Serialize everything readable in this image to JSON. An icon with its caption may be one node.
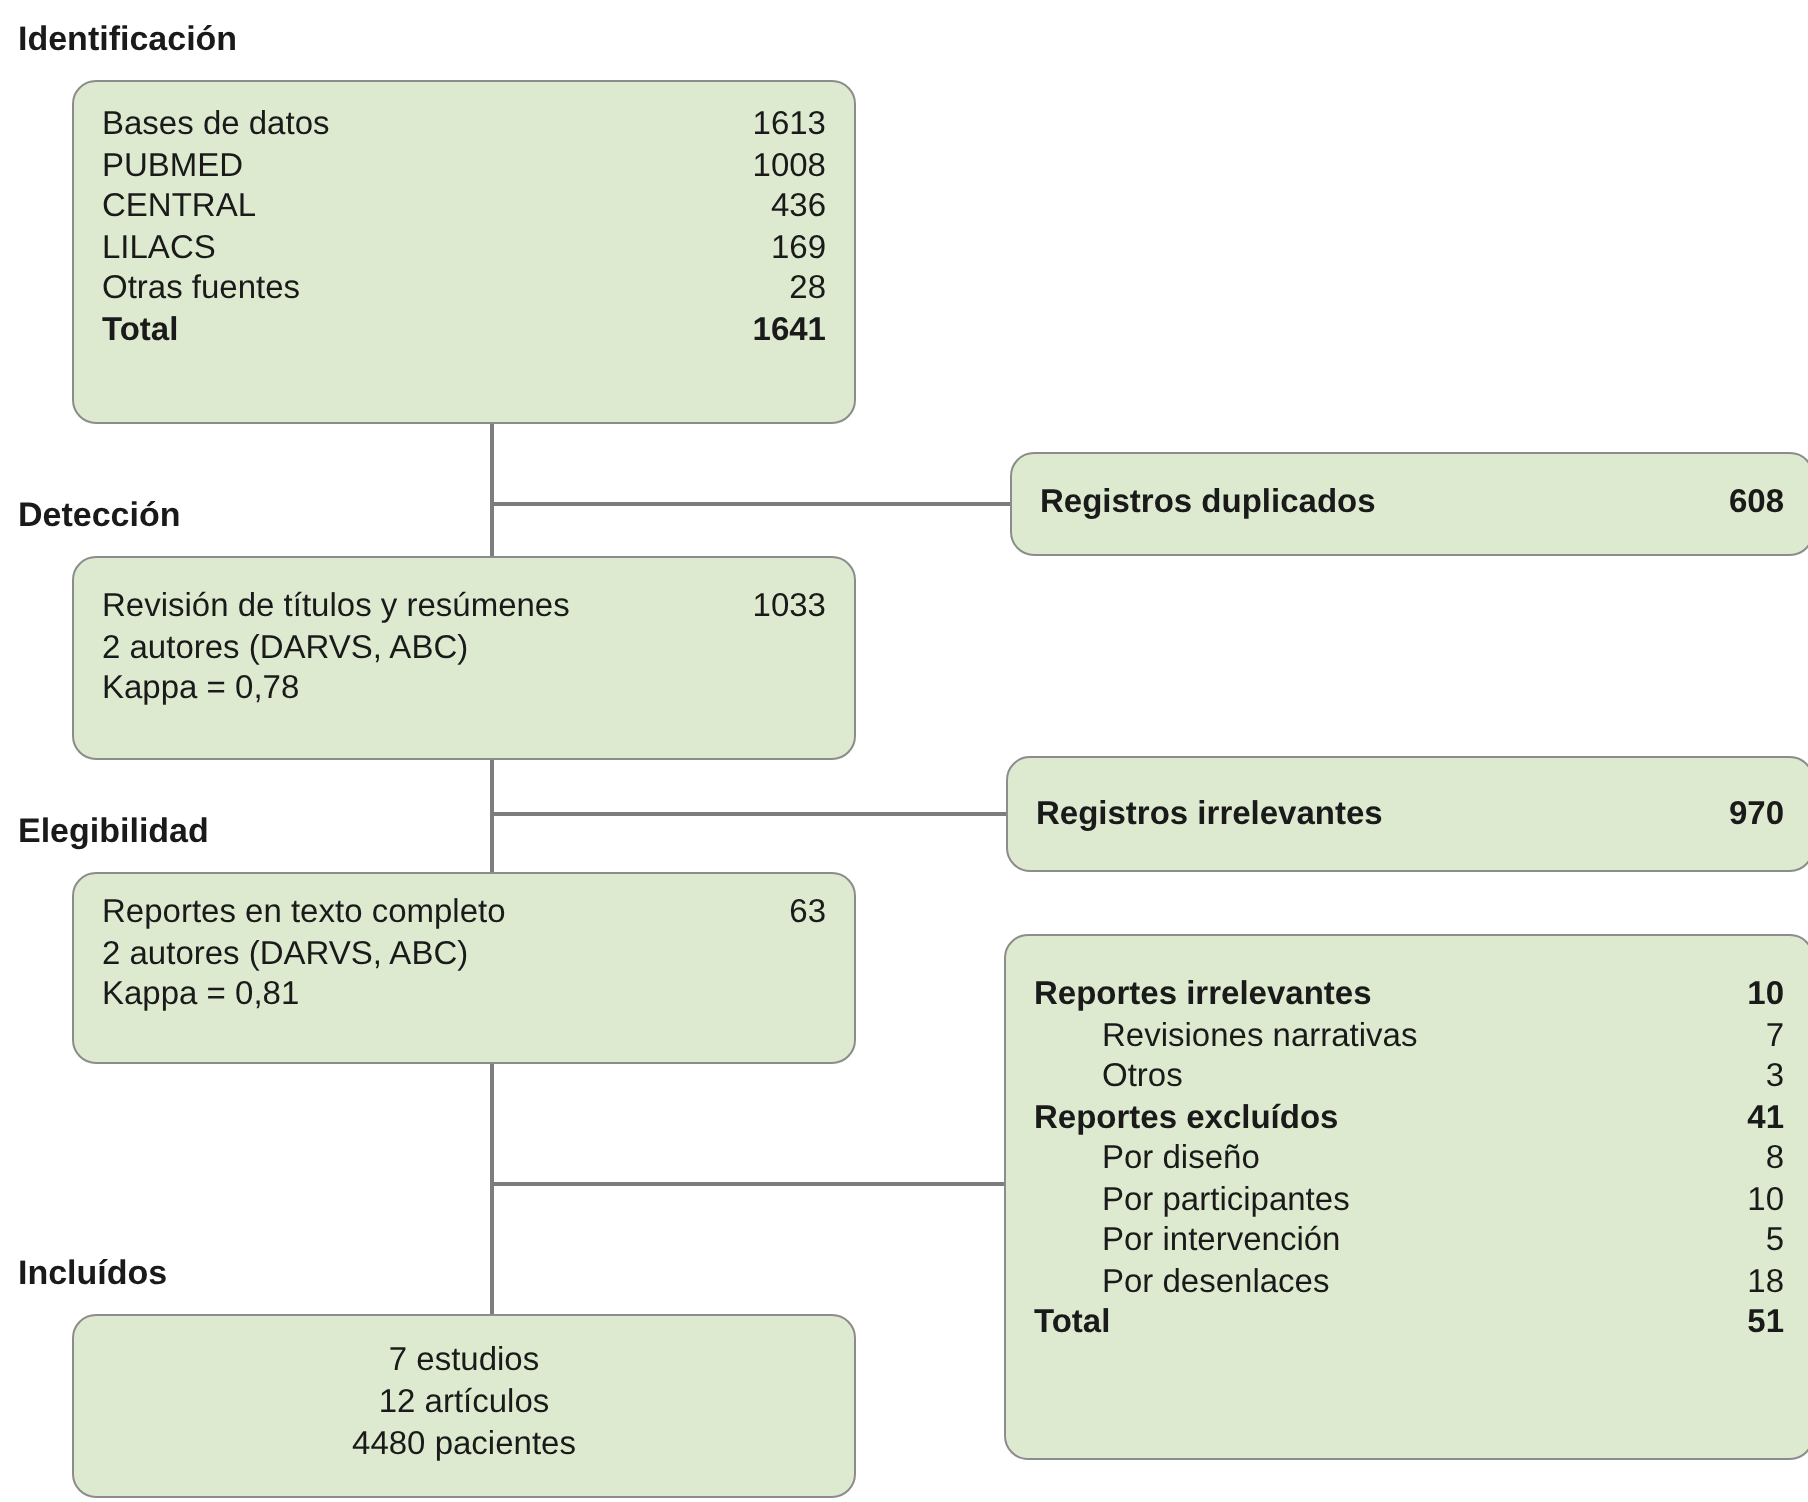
{
  "diagram": {
    "nodes": [
      {
        "text": [
          "Identificación",
          "Bases de datos",
          "1613",
          "PUBMED",
          "1008",
          "CENTRAL",
          "436",
          "LILACS",
          "169",
          "Otras fuentes",
          "28",
          "Total",
          "1641"
        ]
      },
      {
        "text": [
          "Registros duplicados",
          "608"
        ]
      },
      {
        "text": [
          "Detección",
          "Revisión de títulos y resúmenes",
          "1033",
          "2 autores (DARVS, ABC)",
          "Kappa = 0,78"
        ]
      },
      {
        "text": [
          "Registros irrelevantes",
          "970"
        ]
      },
      {
        "text": [
          "Elegibilidad",
          "Reportes en texto completo",
          "63",
          "2 autores (DARVS, ABC)",
          "Kappa = 0,81"
        ]
      },
      {
        "text": [
          "Reportes irrelevantes",
          "10",
          "Revisiones narrativas",
          "7",
          "Otros",
          "3",
          "Reportes excluídos",
          "41",
          "Por diseño",
          "8",
          "Por participantes",
          "10",
          "Por intervención",
          "5",
          "Por desenlaces",
          "18",
          "Total",
          "51"
        ]
      },
      {
        "text": [
          "Incluídos",
          "7 estudios",
          "12 artículos",
          "4480 pacientes"
        ]
      }
    ],
    "edges": [
      {
        "from": 0,
        "to": 2,
        "arrow": "none"
      },
      {
        "from": 0,
        "to": 1,
        "arrow": "none"
      },
      {
        "from": 2,
        "to": 4,
        "arrow": "none"
      },
      {
        "from": 2,
        "to": 3,
        "arrow": "none"
      },
      {
        "from": 4,
        "to": 6,
        "arrow": "none"
      },
      {
        "from": 4,
        "to": 5,
        "arrow": "none"
      }
    ]
  }
}
